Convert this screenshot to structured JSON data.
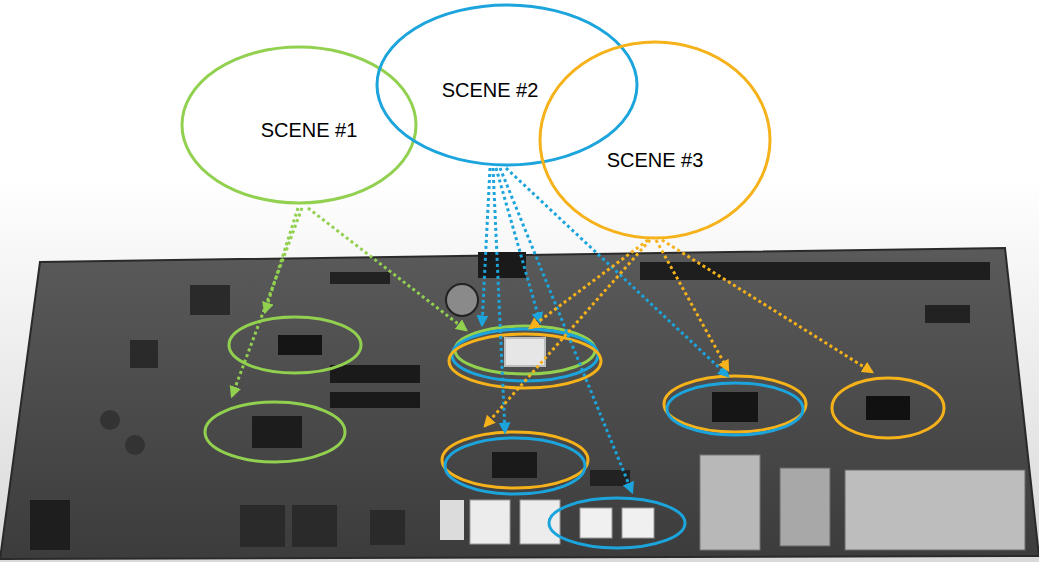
{
  "diagram": {
    "nodes": [
      {
        "text": [
          "SCENE #1"
        ]
      },
      {
        "text": [
          "SCENE #2"
        ]
      },
      {
        "text": [
          "SCENE #3"
        ]
      }
    ]
  }
}
